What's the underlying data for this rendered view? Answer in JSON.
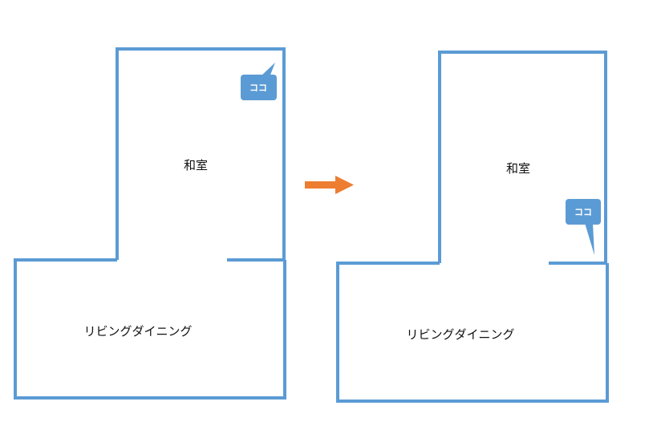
{
  "colors": {
    "wall": "#5b9bd5",
    "callout": "#5b9bd5",
    "arrow": "#ed7d31",
    "background": "#ffffff"
  },
  "before": {
    "room_upper_label": "和室",
    "room_lower_label": "リビングダイニング",
    "callout_text": "ココ"
  },
  "after": {
    "room_upper_label": "和室",
    "room_lower_label": "リビングダイニング",
    "callout_text": "ココ"
  },
  "transition_icon": "arrow-right-icon"
}
